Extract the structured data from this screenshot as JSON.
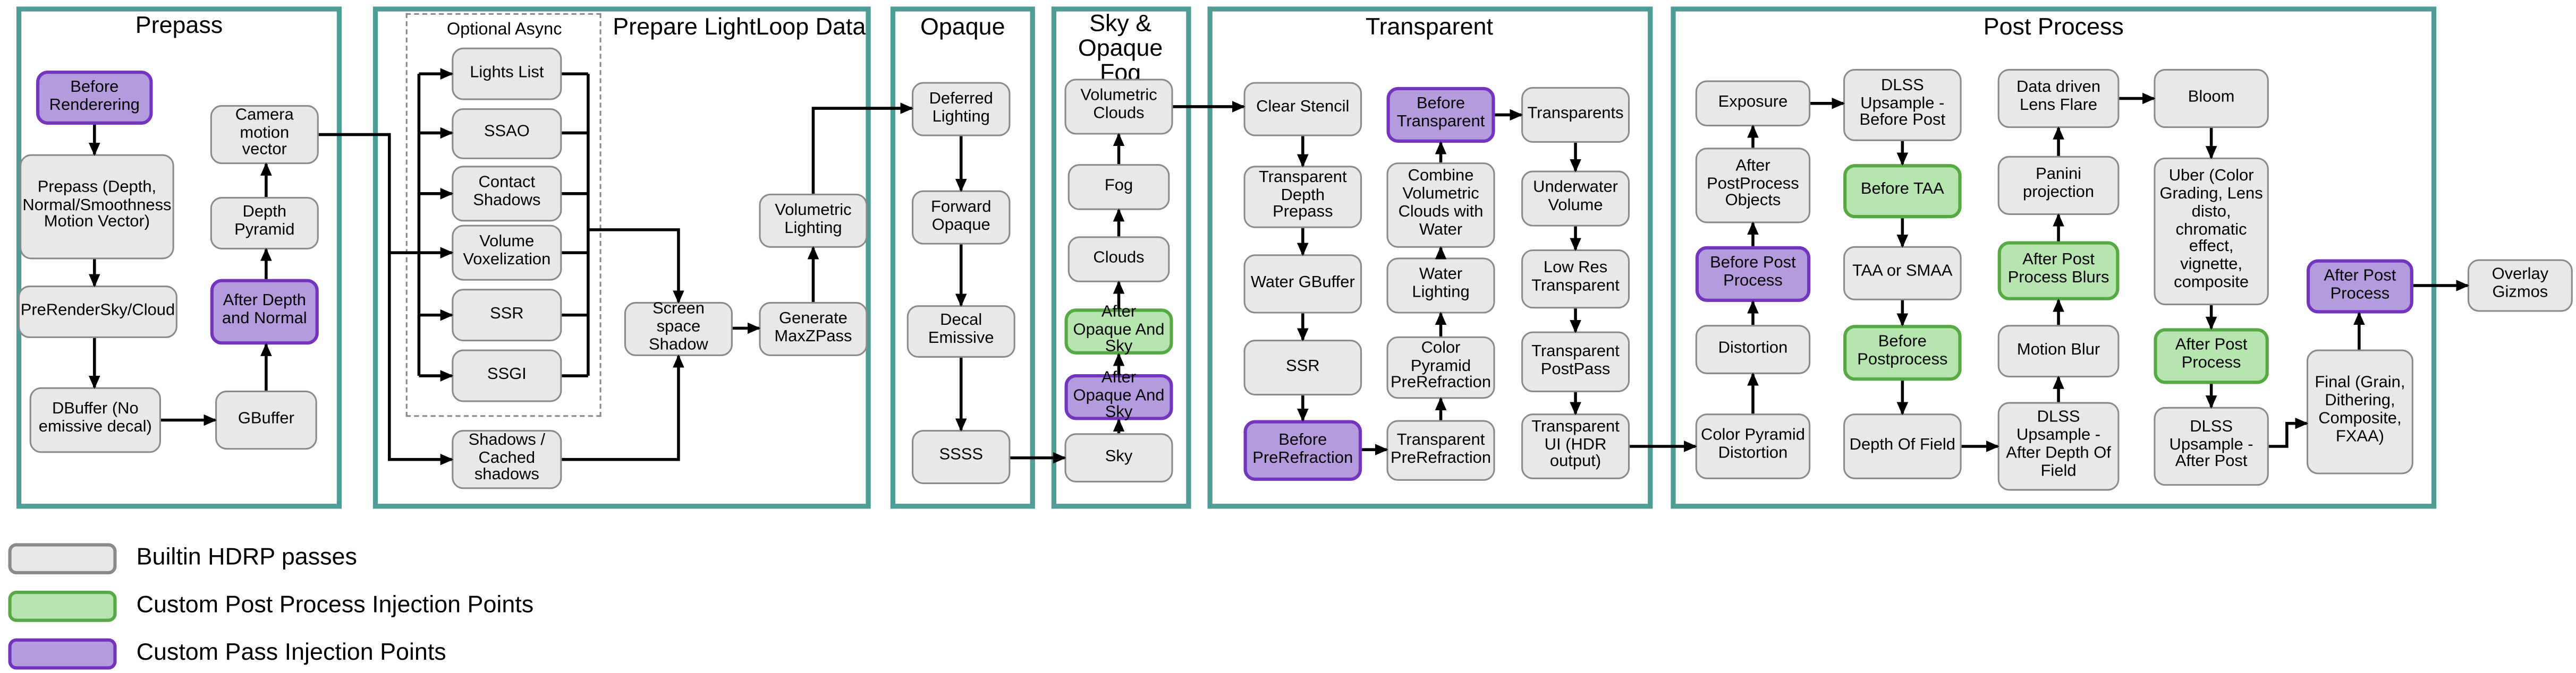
{
  "colors": {
    "section_border": "#4F9D95",
    "builtin_fill": "#E8E8E8",
    "builtin_border": "#8A8A8A",
    "custom_post_process_fill": "#B6E5B0",
    "custom_post_process_border": "#56A944",
    "custom_pass_fill": "#B49BDE",
    "custom_pass_border": "#7334BE",
    "arrow": "#000000",
    "background": "#FFFFFF"
  },
  "sections": [
    {
      "title": "Prepass",
      "nodes": [
        {
          "label": "Before Renderering",
          "type": "custom-pass"
        },
        {
          "label": "Prepass (Depth, Normal/Smoothness Motion Vector)",
          "type": "builtin"
        },
        {
          "label": "PreRenderSky/Cloud",
          "type": "builtin"
        },
        {
          "label": "DBuffer (No emissive decal)",
          "type": "builtin"
        },
        {
          "label": "Camera motion vector",
          "type": "builtin"
        },
        {
          "label": "Depth Pyramid",
          "type": "builtin"
        },
        {
          "label": "After Depth and Normal",
          "type": "custom-pass"
        },
        {
          "label": "GBuffer",
          "type": "builtin"
        }
      ]
    },
    {
      "title": "Prepare LightLoop Data",
      "optional_async_label": "Optional Async",
      "nodes": [
        {
          "label": "Lights List",
          "type": "builtin"
        },
        {
          "label": "SSAO",
          "type": "builtin"
        },
        {
          "label": "Contact Shadows",
          "type": "builtin"
        },
        {
          "label": "Volume Voxelization",
          "type": "builtin"
        },
        {
          "label": "SSR",
          "type": "builtin"
        },
        {
          "label": "SSGI",
          "type": "builtin"
        },
        {
          "label": "Shadows / Cached shadows",
          "type": "builtin"
        },
        {
          "label": "Screen space Shadow",
          "type": "builtin"
        },
        {
          "label": "Generate MaxZPass",
          "type": "builtin"
        },
        {
          "label": "Volumetric Lighting",
          "type": "builtin"
        }
      ]
    },
    {
      "title": "Opaque",
      "nodes": [
        {
          "label": "Deferred Lighting",
          "type": "builtin"
        },
        {
          "label": "Forward Opaque",
          "type": "builtin"
        },
        {
          "label": "Decal Emissive",
          "type": "builtin"
        },
        {
          "label": "SSSS",
          "type": "builtin"
        }
      ]
    },
    {
      "title": "Sky & Opaque Fog",
      "nodes": [
        {
          "label": "Volumetric Clouds",
          "type": "builtin"
        },
        {
          "label": "Fog",
          "type": "builtin"
        },
        {
          "label": "Clouds",
          "type": "builtin"
        },
        {
          "label": "After Opaque And Sky",
          "type": "custom-post-process"
        },
        {
          "label": "After Opaque And Sky",
          "type": "custom-pass"
        },
        {
          "label": "Sky",
          "type": "builtin"
        }
      ]
    },
    {
      "title": "Transparent",
      "nodes": [
        {
          "label": "Clear Stencil",
          "type": "builtin"
        },
        {
          "label": "Transparent Depth Prepass",
          "type": "builtin"
        },
        {
          "label": "Water GBuffer",
          "type": "builtin"
        },
        {
          "label": "SSR",
          "type": "builtin"
        },
        {
          "label": "Before PreRefraction",
          "type": "custom-pass"
        },
        {
          "label": "Transparent PreRefraction",
          "type": "builtin"
        },
        {
          "label": "Color Pyramid PreRefraction",
          "type": "builtin"
        },
        {
          "label": "Water Lighting",
          "type": "builtin"
        },
        {
          "label": "Combine Volumetric Clouds with Water",
          "type": "builtin"
        },
        {
          "label": "Before Transparent",
          "type": "custom-pass"
        },
        {
          "label": "Transparents",
          "type": "builtin"
        },
        {
          "label": "Underwater Volume",
          "type": "builtin"
        },
        {
          "label": "Low Res Transparent",
          "type": "builtin"
        },
        {
          "label": "Transparent PostPass",
          "type": "builtin"
        },
        {
          "label": "Transparent UI (HDR output)",
          "type": "builtin"
        }
      ]
    },
    {
      "title": "Post Process",
      "nodes": [
        {
          "label": "Exposure",
          "type": "builtin"
        },
        {
          "label": "After PostProcess Objects",
          "type": "builtin"
        },
        {
          "label": "Before Post Process",
          "type": "custom-pass"
        },
        {
          "label": "Distortion",
          "type": "builtin"
        },
        {
          "label": "Color Pyramid Distortion",
          "type": "builtin"
        },
        {
          "label": "DLSS Upsample - Before Post",
          "type": "builtin"
        },
        {
          "label": "Before TAA",
          "type": "custom-post-process"
        },
        {
          "label": "TAA or SMAA",
          "type": "builtin"
        },
        {
          "label": "Before Postprocess",
          "type": "custom-post-process"
        },
        {
          "label": "Depth Of Field",
          "type": "builtin"
        },
        {
          "label": "Data driven Lens Flare",
          "type": "builtin"
        },
        {
          "label": "Panini projection",
          "type": "builtin"
        },
        {
          "label": "After Post Process Blurs",
          "type": "custom-post-process"
        },
        {
          "label": "Motion Blur",
          "type": "builtin"
        },
        {
          "label": "DLSS Upsample - After Depth Of Field",
          "type": "builtin"
        },
        {
          "label": "Bloom",
          "type": "builtin"
        },
        {
          "label": "Uber (Color Grading, Lens disto, chromatic effect, vignette, composite",
          "type": "builtin"
        },
        {
          "label": "After Post Process",
          "type": "custom-post-process"
        },
        {
          "label": "DLSS Upsample - After Post",
          "type": "builtin"
        },
        {
          "label": "After Post Process",
          "type": "custom-pass"
        },
        {
          "label": "Final (Grain, Dithering, Composite, FXAA)",
          "type": "builtin"
        }
      ]
    }
  ],
  "external_nodes": [
    {
      "label": "Overlay Gizmos",
      "type": "builtin"
    }
  ],
  "legend": [
    {
      "label": "Builtin HDRP passes",
      "type": "builtin"
    },
    {
      "label": "Custom Post Process Injection Points",
      "type": "custom-post-process"
    },
    {
      "label": "Custom Pass Injection Points",
      "type": "custom-pass"
    }
  ]
}
